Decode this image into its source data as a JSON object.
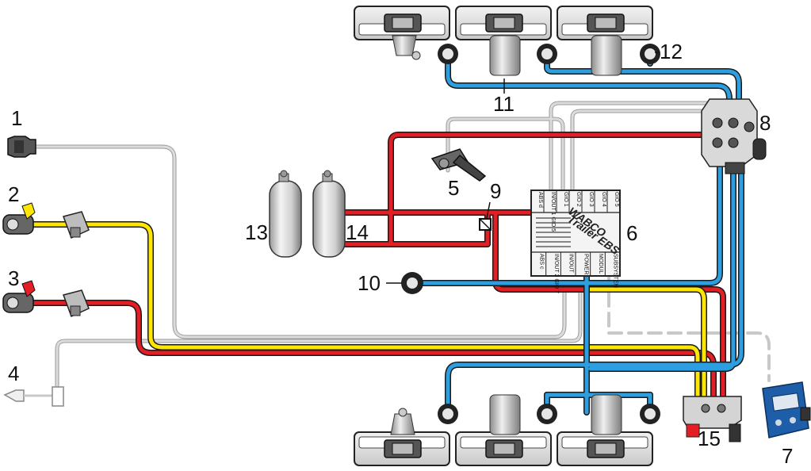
{
  "labels": {
    "n1": "1",
    "n2": "2",
    "n3": "3",
    "n4": "4",
    "n5": "5",
    "n6": "6",
    "n7": "7",
    "n8": "8",
    "n9": "9",
    "n10": "10",
    "n11": "11",
    "n12": "12",
    "n13": "13",
    "n14": "14",
    "n15": "15"
  },
  "ecu": {
    "brand": "WABCO",
    "model": "Trailer EBS",
    "top_ports": [
      "ABS d",
      "IN/OUT 1 GIO 5",
      "GIO 1",
      "GIO 2",
      "GIO 3",
      "GIO 4",
      "GIO 5"
    ],
    "bottom_ports": [
      "ABS c",
      "IN/OUT 2 GIO 7",
      "IN/OUT",
      "POWER",
      "MODUL",
      "SUBSYSTEM"
    ]
  },
  "colors": {
    "supply_line": "#e31e24",
    "control_line": "#ffe600",
    "brake_line": "#2d9fe0",
    "electric_line": "#c8c8c8",
    "line_outline": "#1a1a1a"
  }
}
